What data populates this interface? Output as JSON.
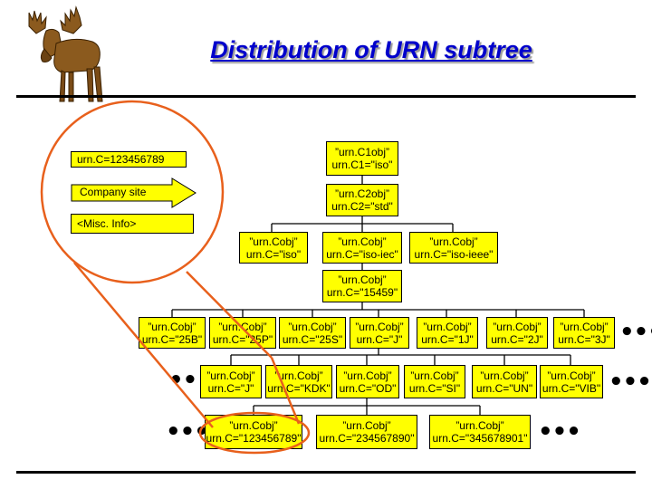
{
  "title": "Distribution of URN subtree",
  "logo": "moose-icon",
  "colors": {
    "box_fill": "#ffff00",
    "title": "#0000cc",
    "highlight": "#e8601c",
    "arrow_fill": "#ffff00"
  },
  "left_panel": {
    "urn_label": "urn.C=123456789",
    "company_label": "Company site",
    "misc_label": "<Misc. Info>"
  },
  "nodes": {
    "c1": {
      "line1": "”urn.C1obj”",
      "line2": "urn.C1=\"iso\""
    },
    "c2": {
      "line1": "”urn.C2obj”",
      "line2": "urn.C2=\"std\""
    },
    "iso": {
      "line1": "”urn.Cobj”",
      "line2": "urn.C=\"iso\""
    },
    "isoiec": {
      "line1": "”urn.Cobj”",
      "line2": "urn.C=\"iso-iec\""
    },
    "isoieee": {
      "line1": "”urn.Cobj”",
      "line2": "urn.C=\"iso-ieee\""
    },
    "n15459": {
      "line1": "”urn.Cobj”",
      "line2": "urn.C=\"15459\""
    },
    "n25b": {
      "line1": "”urn.Cobj”",
      "line2": "urn.C=\"25B\""
    },
    "n25p": {
      "line1": "”urn.Cobj”",
      "line2": "urn.C=\"25P\""
    },
    "n25s": {
      "line1": "”urn.Cobj”",
      "line2": "urn.C=\"25S\""
    },
    "nj": {
      "line1": "”urn.Cobj”",
      "line2": "urn.C=\"J\""
    },
    "n1j": {
      "line1": "”urn.Cobj”",
      "line2": "urn.C=\"1J\""
    },
    "n2j": {
      "line1": "”urn.Cobj”",
      "line2": "urn.C=\"2J\""
    },
    "n3j": {
      "line1": "”urn.Cobj”",
      "line2": "urn.C=\"3J\""
    },
    "r4j": {
      "line1": "”urn.Cobj”",
      "line2": "urn.C=\"J\""
    },
    "kdk": {
      "line1": "”urn.Cobj”",
      "line2": "urn.C=\"KDK\""
    },
    "od": {
      "line1": "”urn.Cobj”",
      "line2": "urn.C=\"OD\""
    },
    "si": {
      "line1": "”urn.Cobj”",
      "line2": "urn.C=\"SI\""
    },
    "un": {
      "line1": "”urn.Cobj”",
      "line2": "urn.C=\"UN\""
    },
    "vib": {
      "line1": "”urn.Cobj”",
      "line2": "urn.C=\"VIB\""
    },
    "n123": {
      "line1": "”urn.Cobj”",
      "line2": "urn.C=\"123456789\""
    },
    "n234": {
      "line1": "”urn.Cobj”",
      "line2": "urn.C=\"234567890\""
    },
    "n345": {
      "line1": "”urn.Cobj”",
      "line2": "urn.C=\"345678901\""
    }
  },
  "ellipsis": "•••"
}
